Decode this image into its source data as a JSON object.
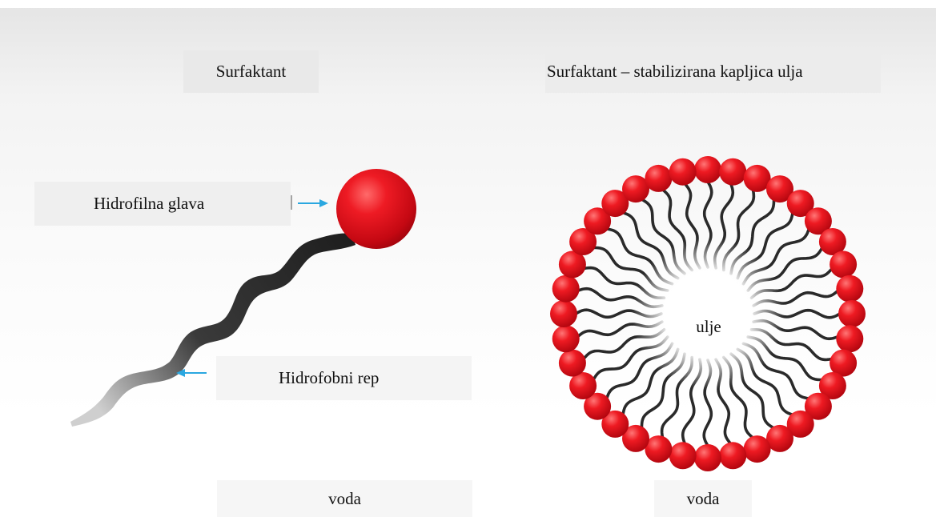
{
  "labels": {
    "surfactant": "Surfaktant",
    "stabilized_droplet": "Surfaktant – stabilizirana kapljica ulja",
    "hydrophilic_head": "Hidrofilna glava",
    "hydrophobic_tail": "Hidrofobni rep",
    "water_left": "voda",
    "water_right": "voda",
    "oil": "ulje"
  },
  "micelle": {
    "molecule_count": 36
  },
  "colors": {
    "head_red": "#e8101c",
    "tail_dark": "#2a2a2a",
    "arrow_blue": "#2aa7e0"
  }
}
